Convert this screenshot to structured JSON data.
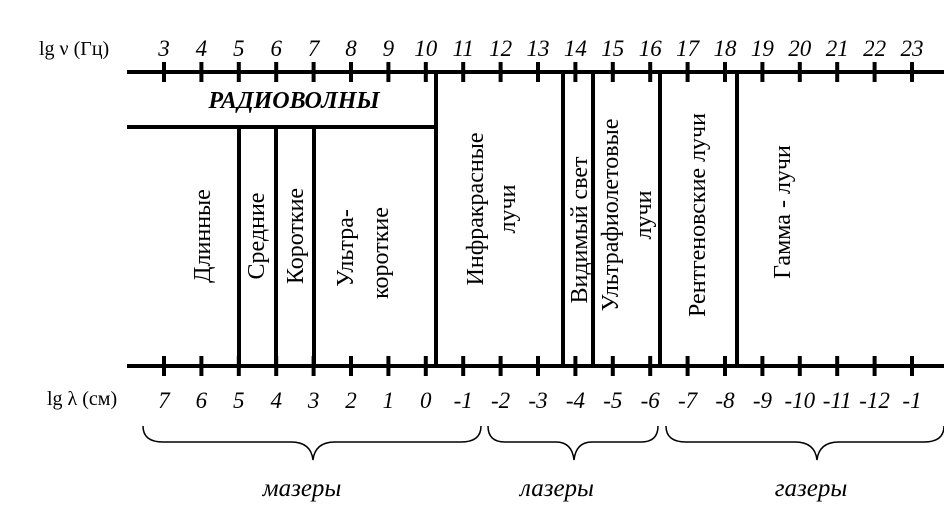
{
  "axes": {
    "freq_label": "lg ν (Гц)",
    "freq_ticks": [
      "3",
      "4",
      "5",
      "6",
      "7",
      "8",
      "9",
      "10",
      "11",
      "12",
      "13",
      "14",
      "15",
      "16",
      "17",
      "18",
      "19",
      "20",
      "21",
      "22",
      "23"
    ],
    "wave_label": "lg λ (см)",
    "wave_ticks": [
      "7",
      "6",
      "5",
      "4",
      "3",
      "2",
      "1",
      "0",
      "-1",
      "-2",
      "-3",
      "-4",
      "-5",
      "-6",
      "-7",
      "-8",
      "-9",
      "-10",
      "-11",
      "-12",
      "-1"
    ]
  },
  "radio": {
    "title": "РАДИОВОЛНЫ",
    "long": "Длинные",
    "medium": "Средние",
    "short": "Короткие",
    "ultra_1": "Ультра-",
    "ultra_2": "короткие"
  },
  "bands": {
    "infrared_1": "Инфракрасные",
    "infrared_2": "лучи",
    "visible": "Видимый свет",
    "ultraviolet_1": "Ультрафиолетовые",
    "ultraviolet_2": "лучи",
    "xray": "Рентгеновские лучи",
    "gamma": "Гамма - лучи"
  },
  "groups": {
    "masers": "мазеры",
    "lasers": "лазеры",
    "gasers": "газеры"
  }
}
